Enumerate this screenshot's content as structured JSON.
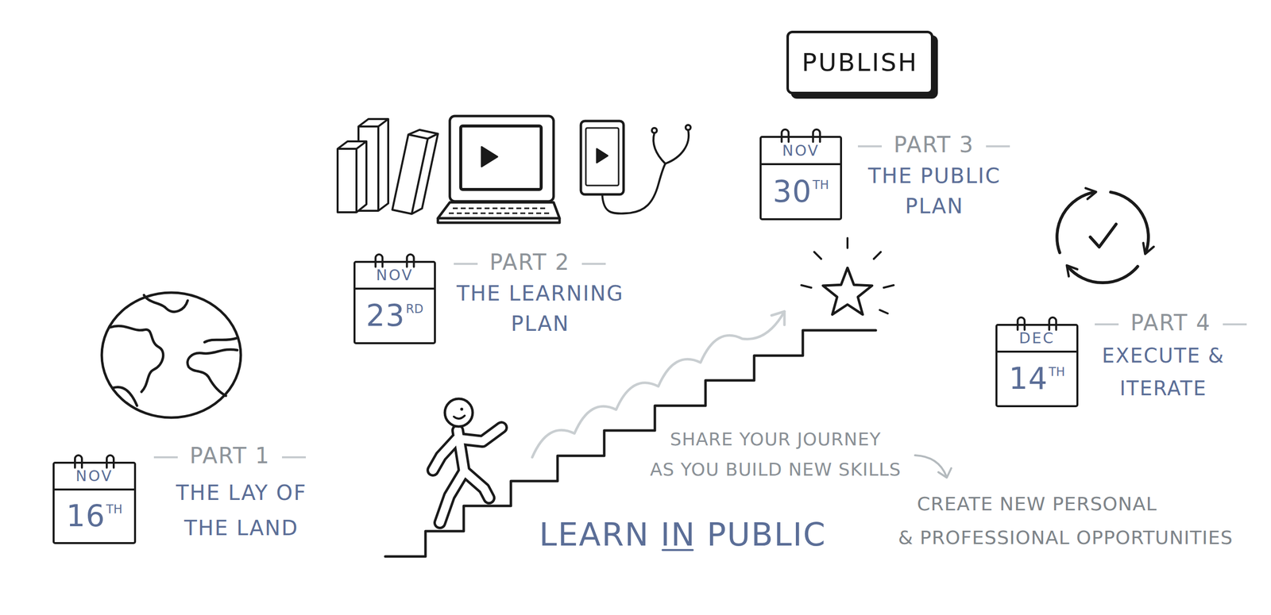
{
  "diagram": {
    "title": "LEARN IN PUBLIC",
    "nodes": [
      {
        "text": [
          "NOV",
          "16",
          "TH"
        ]
      },
      {
        "text": [
          "NOV",
          "23",
          "RD"
        ]
      },
      {
        "text": [
          "NOV",
          "30",
          "TH"
        ]
      },
      {
        "text": [
          "DEC",
          "14",
          "TH"
        ]
      },
      {
        "text": [
          "PUBLISH"
        ]
      }
    ],
    "labels": [
      "PART 1",
      "THE LAY OF THE LAND",
      "PART 2",
      "THE LEARNING PLAN",
      "PART 3",
      "THE PUBLIC PLAN",
      "PART 4",
      "EXECUTE & ITERATE",
      "SHARE YOUR JOURNEY AS YOU BUILD NEW SKILLS",
      "CREATE NEW PERSONAL & PROFESSIONAL OPPORTUNITIES"
    ]
  }
}
